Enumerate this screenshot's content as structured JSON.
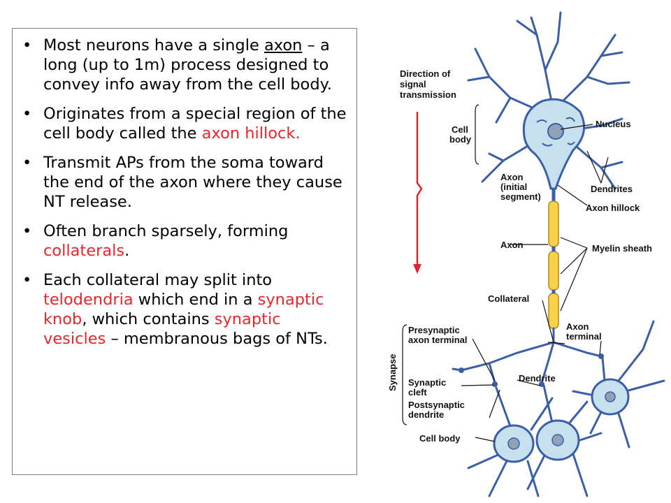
{
  "bullets": [
    {
      "parts": [
        {
          "text": "Most neurons have a single ",
          "style": "normal"
        },
        {
          "text": "axon",
          "style": "underline"
        },
        {
          "text": " – a long (up to 1m) process designed to convey info away from the cell body.",
          "style": "normal"
        }
      ]
    },
    {
      "parts": [
        {
          "text": "Originates from a special region of the cell body called the ",
          "style": "normal"
        },
        {
          "text": "axon hillock.",
          "style": "red"
        }
      ]
    },
    {
      "parts": [
        {
          "text": "Transmit APs from the soma toward the end of the axon where they cause NT release.",
          "style": "normal"
        }
      ]
    },
    {
      "parts": [
        {
          "text": "Often branch sparsely, forming ",
          "style": "normal"
        },
        {
          "text": "collaterals",
          "style": "red"
        },
        {
          "text": ".",
          "style": "normal"
        }
      ]
    },
    {
      "parts": [
        {
          "text": "Each collateral may split into ",
          "style": "normal"
        },
        {
          "text": "telodendria",
          "style": "red"
        },
        {
          "text": " which end in a ",
          "style": "normal"
        },
        {
          "text": "synaptic knob",
          "style": "red"
        },
        {
          "text": ", which contains ",
          "style": "normal"
        },
        {
          "text": "synaptic vesicles",
          "style": "red"
        },
        {
          "text": " – membranous bags of NTs.",
          "style": "normal"
        }
      ]
    }
  ],
  "diagram": {
    "labels": {
      "direction_line1": "Direction of",
      "direction_line2": "signal",
      "direction_line3": "transmission",
      "cell_body_top_1": "Cell",
      "cell_body_top_2": "body",
      "nucleus": "Nucleus",
      "dendrites": "Dendrites",
      "axon_initial_1": "Axon",
      "axon_initial_2": "(initial",
      "axon_initial_3": "segment)",
      "axon_hillock": "Axon hillock",
      "axon": "Axon",
      "myelin_sheath": "Myelin sheath",
      "collateral": "Collateral",
      "axon_terminal_1": "Axon",
      "axon_terminal_2": "terminal",
      "presynaptic_1": "Presynaptic",
      "presynaptic_2": "axon terminal",
      "synapse": "Synapse",
      "synaptic_cleft_1": "Synaptic",
      "synaptic_cleft_2": "cleft",
      "postsynaptic_1": "Postsynaptic",
      "postsynaptic_2": "dendrite",
      "dendrite": "Dendrite",
      "cell_body_bottom": "Cell body"
    },
    "colors": {
      "neuron_outline": "#3a5fa8",
      "cell_fill": "#c6e0ee",
      "myelin": "#f5d24a",
      "arrow": "#e0262b"
    }
  }
}
